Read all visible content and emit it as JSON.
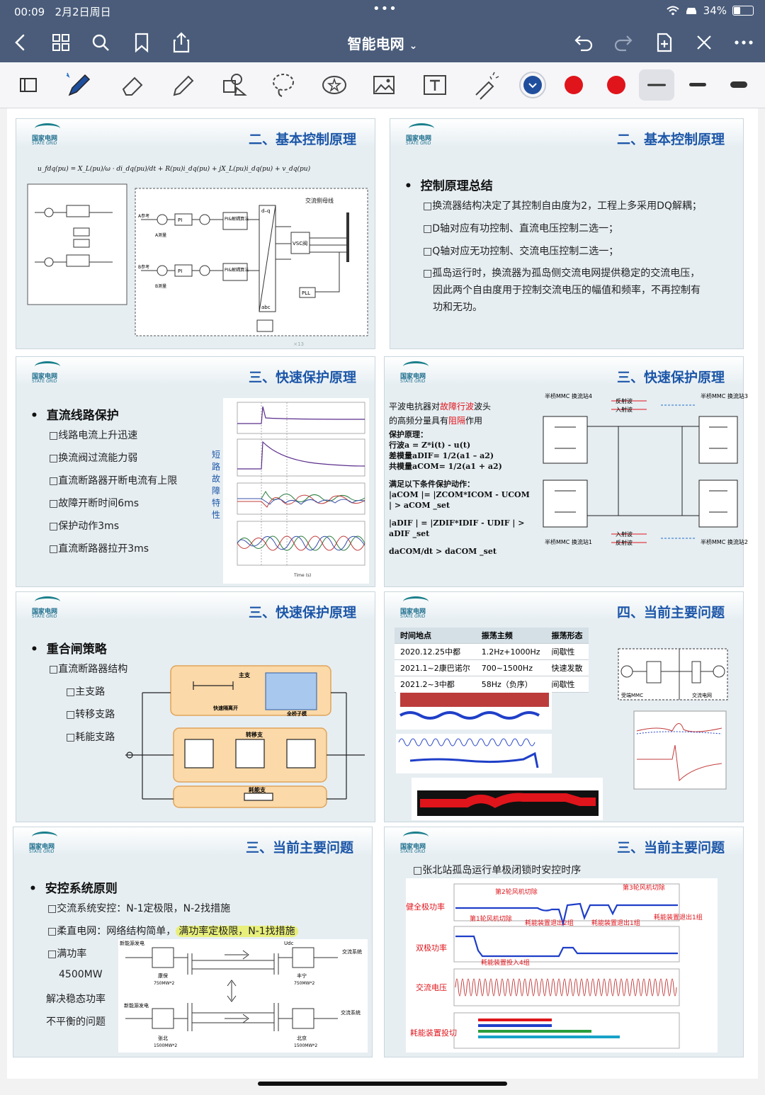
{
  "status": {
    "time": "00:09",
    "date": "2月2日周日",
    "battery": "34%"
  },
  "nav": {
    "title": "智能电网",
    "title_caret": "⌄"
  },
  "colors": {
    "bar": "#4a5c7a",
    "slide_bg": "#e6eef2",
    "title_blue": "#1c56a8",
    "pen_blue": "#1f4e9c",
    "red": "#e0141b"
  },
  "logo": {
    "cn": "国家电网",
    "en": "STATE GRID"
  },
  "slide1": {
    "title": "二、基本控制原理",
    "equation": "u_fdq(pu) = X_L(pu)/ω · di_dq(pu)/dt + R(pu)i_dq(pu) + jX_L(pu)i_dq(pu) + v_dq(pu)",
    "ac_bus": "交流侧母线",
    "blocks": {
      "pi1": "PI",
      "pi2": "PI",
      "dec1": "PI&解耦算法",
      "dec2": "PI&解耦算法",
      "dq": "d–q",
      "abc": "abc",
      "vsc": "VSC阀",
      "pll": "PLL",
      "aref": "A参考",
      "bref": "B参考",
      "ameas": "A测量",
      "bmeas": "B测量"
    }
  },
  "slide2": {
    "title": "二、基本控制原理",
    "bullet": "控制原理总结",
    "items": [
      "□换流器结构决定了其控制自由度为2，工程上多采用DQ解耦；",
      "□D轴对应有功控制、直流电压控制二选一；",
      "□Q轴对应无功控制、交流电压控制二选一；",
      "□孤岛运行时，换流器为孤岛侧交流电网提供稳定的交流电压，",
      "因此两个自由度用于控制交流电压的幅值和频率，不再控制有",
      "功和无功。"
    ]
  },
  "slide3": {
    "title": "三、快速保护原理",
    "bullet": "直流线路保护",
    "items": [
      "□线路电流上升迅速",
      "□换流阀过流能力弱",
      "□直流断路器开断电流有上限",
      "□故障开断时间6ms",
      "□保护动作3ms",
      "□直流断路器拉开3ms"
    ],
    "vlabel": [
      "短",
      "路",
      "故",
      "障",
      "特",
      "性"
    ],
    "xlabel": "Time (s)"
  },
  "slide4": {
    "title": "三、快速保护原理",
    "p1": "平波电抗器对",
    "p1_red1": "故障行波",
    "p1_b": "波头",
    "p2": "的高频分量具有",
    "p2_red": "阻隔",
    "p2_b": "作用",
    "lines": [
      "保护原理：",
      "行波a = Z*i(t) - u(t)",
      "差模量aDIF= 1/2(a1 – a2)",
      "共模量aCOM= 1/2(a1 + a2)",
      "",
      "满足以下条件保护动作：",
      "|aCOM |= |ZCOM*ICOM - UCOM",
      "| > aCOM _set",
      "",
      "|aDIF | = |ZDIF*IDIF - UDIF | >",
      "aDIF _set",
      "",
      "daCOM/dt > daCOM _set"
    ],
    "stations": [
      "半桥MMC 换流站4",
      "半桥MMC 换流站3",
      "半桥MMC 换流站1",
      "半桥MMC 换流站2"
    ],
    "waves": [
      "反射波",
      "入射波",
      "入射波",
      "反射波"
    ]
  },
  "slide5": {
    "title": "三、快速保护原理",
    "bullet": "重合闸策略",
    "items": [
      "□直流断路器结构",
      "□主支路",
      "□转移支路",
      "□耗能支路"
    ],
    "labels": {
      "main": "主支",
      "fast": "快速隔离开",
      "fullbridge": "全桥子模",
      "transfer": "转移支",
      "energy": "耗能支"
    }
  },
  "slide6": {
    "title": "四、当前主要问题",
    "table_header": [
      "时间地点",
      "振荡主频",
      "振荡形态"
    ],
    "table_rows": [
      [
        "2020.12.25中都",
        "1.2Hz+1000Hz",
        "间歇性"
      ],
      [
        "2021.1~2康巴诺尔",
        "700~1500Hz",
        "快速发散"
      ],
      [
        "2021.2~3中都",
        "58Hz（负序）",
        "间歇性"
      ]
    ],
    "mmc_label": "受端MMC",
    "grid_label": "交流电网"
  },
  "slide7": {
    "title": "三、当前主要问题",
    "bullet": "安控系统原则",
    "items": [
      "□交流系统安控：N-1定极限，N-2找措施",
      "□柔直电网：网络结构简单，",
      "□满功率",
      "4500MW",
      "解决稳态功率",
      "不平衡的问题"
    ],
    "highlight": "满功率定极限，N-1找措施",
    "diagram": {
      "nre1": "新能源发电",
      "nre2": "新能源发电",
      "udc": "Udc",
      "ac1": "交流系统",
      "ac2": "交流系统",
      "kb": "康保",
      "kb_cap": "750MW*2",
      "fn": "丰宁",
      "fn_cap": "750MW*2",
      "zb": "张北",
      "zb_cap": "1500MW*2",
      "bj": "北京",
      "bj_cap": "1500MW*2"
    }
  },
  "slide8": {
    "title": "三、当前主要问题",
    "heading": "□张北站孤岛运行单极闭锁时安控时序",
    "rows": [
      "健全极功率",
      "双极功率",
      "交流电压",
      "耗能装置投切"
    ],
    "notes": [
      "第2轮风机切除",
      "第3轮风机切除",
      "第1轮风机切除",
      "耗能装置退出2组",
      "耗能装置退出1组",
      "耗能装置退出1组",
      "耗能装置投入4组"
    ]
  }
}
